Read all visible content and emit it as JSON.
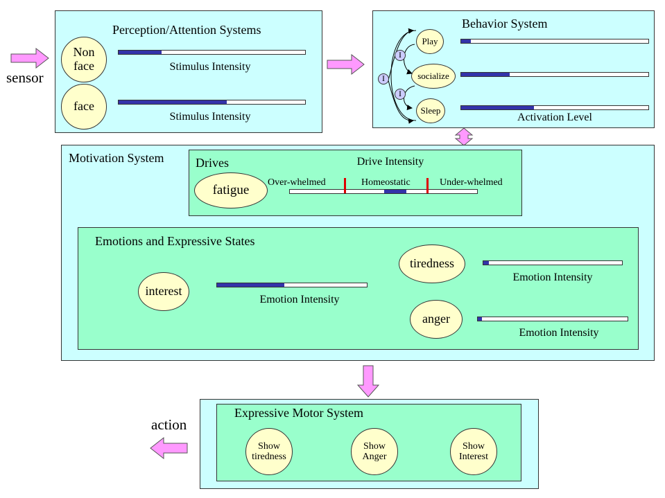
{
  "labels": {
    "sensor": "sensor",
    "action": "action"
  },
  "perception": {
    "title": "Perception/Attention Systems",
    "items": [
      {
        "name": "Non face",
        "bar_label": "Stimulus Intensity",
        "level": 0.23
      },
      {
        "name": "face",
        "bar_label": "Stimulus Intensity",
        "level": 0.58
      }
    ]
  },
  "behavior": {
    "title": "Behavior System",
    "inhibit_symbol": "I",
    "items": [
      {
        "name": "Play",
        "level": 0.05
      },
      {
        "name": "socialize",
        "level": 0.26
      },
      {
        "name": "Sleep",
        "level": 0.39
      }
    ],
    "bar_label": "Activation Level"
  },
  "motivation": {
    "title": "Motivation System",
    "drives": {
      "title": "Drives",
      "intensity_title": "Drive Intensity",
      "drive_name": "fatigue",
      "regions": [
        "Over-whelmed",
        "Homeostatic",
        "Under-whelmed"
      ]
    },
    "emotions": {
      "title": "Emotions and Expressive States",
      "items": [
        {
          "name": "interest",
          "bar_label": "Emotion Intensity",
          "level": 0.45
        },
        {
          "name": "tiredness",
          "bar_label": "Emotion Intensity",
          "level": 0.04
        },
        {
          "name": "anger",
          "bar_label": "Emotion Intensity",
          "level": 0.03
        }
      ]
    }
  },
  "motor": {
    "title": "Expressive Motor System",
    "items": [
      "Show tiredness",
      "Show Anger",
      "Show Interest"
    ]
  },
  "colors": {
    "outer_box": "#ccffff",
    "inner_box": "#99ffcc",
    "node": "#ffffcc",
    "bar_fill": "#3333aa",
    "arrow": "#ff99ff",
    "threshold": "#dd0000"
  }
}
